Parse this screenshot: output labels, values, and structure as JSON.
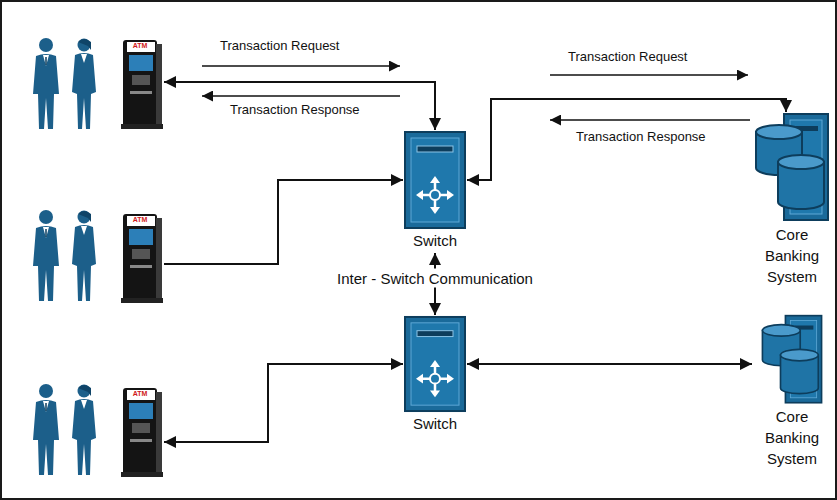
{
  "diagram": {
    "nodes": [
      {
        "text": [
          "ATM"
        ]
      },
      {
        "text": [
          "Switch"
        ]
      },
      {
        "text": [
          "Core Banking System"
        ]
      },
      {
        "text": [
          "ATM"
        ]
      },
      {
        "text": [
          "Switch"
        ]
      },
      {
        "text": [
          "Core Banking System"
        ]
      },
      {
        "text": [
          "ATM"
        ]
      }
    ],
    "edges": [
      {
        "from": 0,
        "to": 1,
        "arrow": "both"
      },
      {
        "from": 1,
        "to": 2,
        "arrow": "both"
      },
      {
        "from": 3,
        "to": 1,
        "arrow": "to"
      },
      {
        "from": 1,
        "to": 4,
        "label": "Inter - Switch Communication",
        "arrow": "both"
      },
      {
        "from": 6,
        "to": 4,
        "arrow": "both"
      },
      {
        "from": 4,
        "to": 5,
        "arrow": "both"
      }
    ],
    "labels": [
      "Transaction Request",
      "Transaction Response",
      "Transaction Request",
      "Transaction Response"
    ]
  }
}
